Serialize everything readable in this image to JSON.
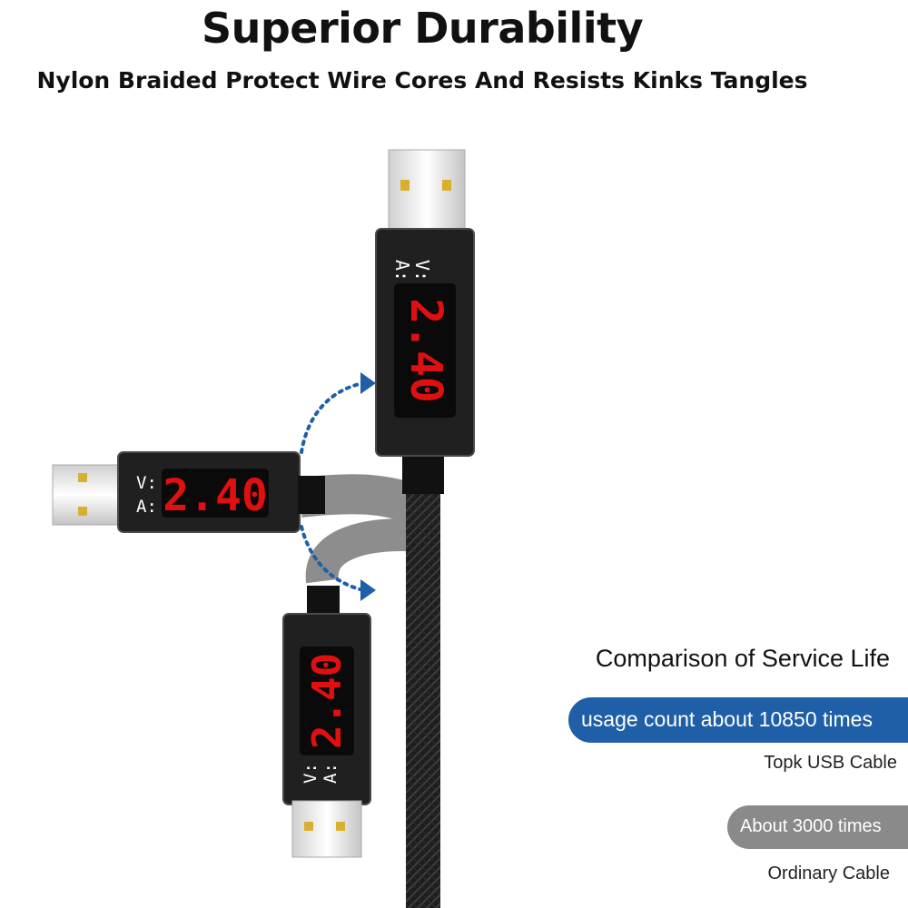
{
  "header": {
    "title": "Superior Durability",
    "subtitle": "Nylon Braided Protect Wire Cores And Resists Kinks Tangles"
  },
  "display": {
    "voltage_label": "V:",
    "current_label": "A:",
    "reading": "2.40",
    "digit_color": "#e01010"
  },
  "comparison": {
    "title": "Comparison of Service Life",
    "topk": {
      "bar_text": "usage count about 10850 times",
      "label": "Topk USB Cable",
      "color": "#1f5fa8"
    },
    "ordinary": {
      "bar_text": "About 3000 times",
      "label": "Ordinary Cable",
      "color": "#8a8a8a"
    }
  },
  "icons": [
    "usb-a-plug-icon",
    "bend-arrow-icon"
  ]
}
